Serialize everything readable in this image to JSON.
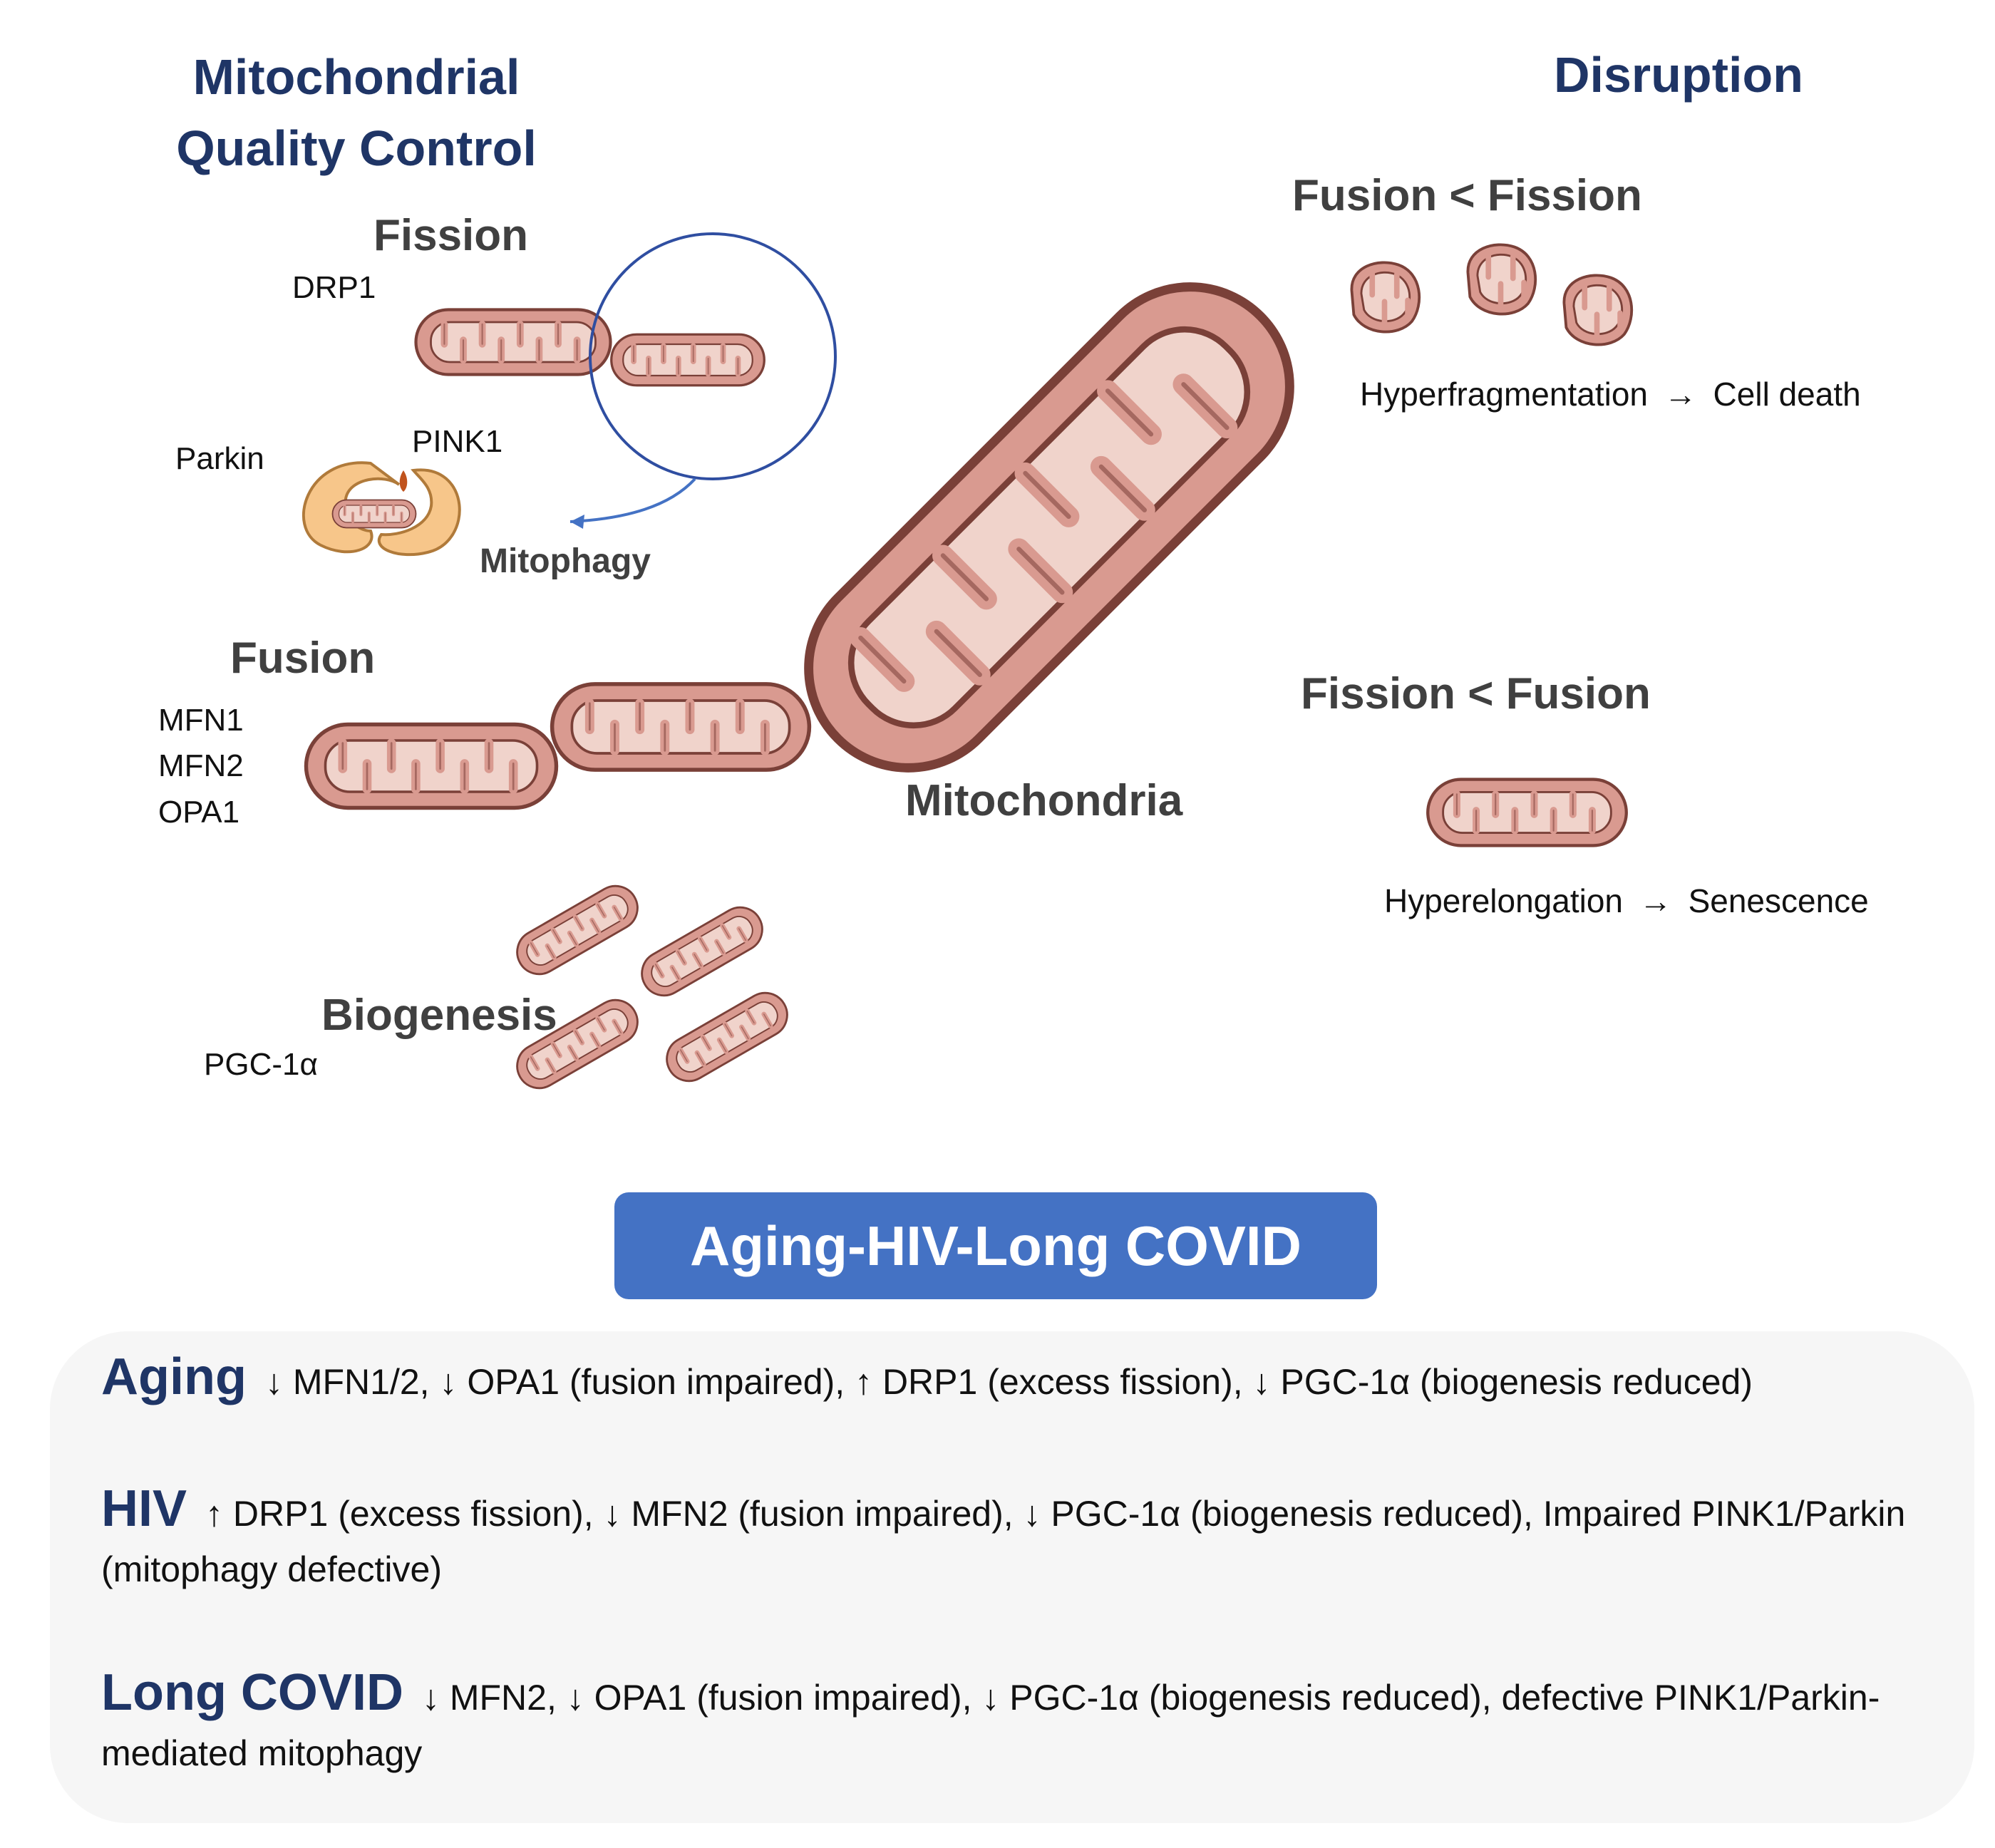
{
  "header": {
    "left_title_line1": "Mitochondrial",
    "left_title_line2": "Quality Control",
    "right_title": "Disruption"
  },
  "quality_control": {
    "fission": {
      "label": "Fission",
      "protein": "DRP1"
    },
    "mitophagy": {
      "label": "Mitophagy",
      "parkin": "Parkin",
      "pink1": "PINK1"
    },
    "fusion": {
      "label": "Fusion",
      "proteins": [
        "MFN1",
        "MFN2",
        "OPA1"
      ]
    },
    "biogenesis": {
      "label": "Biogenesis",
      "protein": "PGC-1α"
    }
  },
  "center_label": "Mitochondria",
  "disruption": {
    "fragment": {
      "title": "Fusion < Fission",
      "outcome": "Hyperfragmentation",
      "result": "Cell death"
    },
    "elongate": {
      "title": "Fission < Fusion",
      "outcome": "Hyperelongation",
      "result": "Senescence"
    },
    "arrow": "→"
  },
  "banner": "Aging-HIV-Long COVID",
  "conditions": [
    {
      "name": "Aging",
      "text": "↓ MFN1/2, ↓ OPA1 (fusion impaired), ↑ DRP1 (excess fission), ↓ PGC-1α (biogenesis reduced)"
    },
    {
      "name": "HIV",
      "text": "↑ DRP1 (excess fission), ↓ MFN2 (fusion impaired), ↓ PGC-1α (biogenesis reduced), Impaired PINK1/Parkin (mitophagy defective)"
    },
    {
      "name": "Long COVID",
      "text": "↓ MFN2, ↓ OPA1 (fusion impaired), ↓ PGC-1α (biogenesis reduced), defective PINK1/Parkin-mediated mitophagy"
    }
  ],
  "colors": {
    "heading": "#1f3566",
    "banner": "#4472c4",
    "mito_outer": "#d99a90",
    "mito_inner": "#f0d3cb",
    "mito_stroke": "#7a4038",
    "phagophore": "#f7c68a",
    "arrow": "#4472c4"
  }
}
